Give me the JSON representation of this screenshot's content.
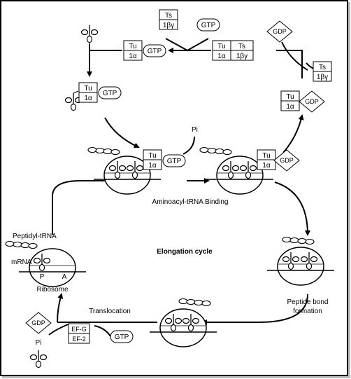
{
  "factors": {
    "ts": "Ts",
    "one_beta_gamma": "1βγ",
    "tu": "Tu",
    "one_alpha": "1α",
    "gtp": "GTP",
    "gdp": "GDP",
    "pi": "Pi",
    "ef_g": "EF-G",
    "ef_2": "EF-2"
  },
  "labels": {
    "aminoacyl_binding": "Aminoacyl-tRNA Binding",
    "elongation_cycle": "Elongation cycle",
    "peptidyl_trna": "Peptidyl-tRNA",
    "mrna": "mRNA",
    "site_p": "P",
    "site_a": "A",
    "ribosome": "Ribosome",
    "peptide_bond_1": "Peptide bond",
    "peptide_bond_2": "formation",
    "translocation": "Translocation"
  }
}
